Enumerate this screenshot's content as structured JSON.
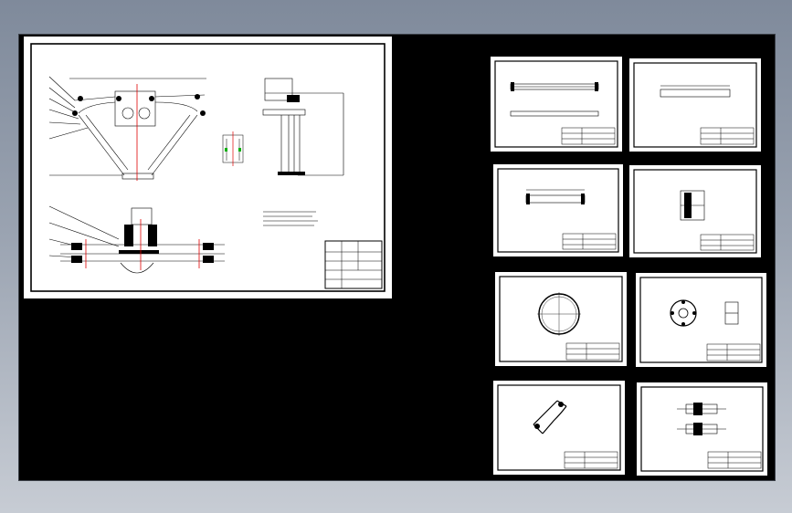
{
  "viewport": {
    "background": "#000000",
    "desktop_gradient": [
      "#7f8a9b",
      "#c7ccd4"
    ]
  },
  "colors": {
    "paper": "#ffffff",
    "line": "#000000",
    "accent_red": "#e00000",
    "accent_green": "#00b000"
  },
  "main_sheet": {
    "name": "main-assembly-drawing",
    "title_block": ""
  },
  "part_sheets": [
    {
      "name": "part-sheet-1-shaft"
    },
    {
      "name": "part-sheet-2-bar"
    },
    {
      "name": "part-sheet-3-pin"
    },
    {
      "name": "part-sheet-4-block"
    },
    {
      "name": "part-sheet-5-ring"
    },
    {
      "name": "part-sheet-6-hub"
    },
    {
      "name": "part-sheet-7-elbow"
    },
    {
      "name": "part-sheet-8-bracket"
    }
  ]
}
